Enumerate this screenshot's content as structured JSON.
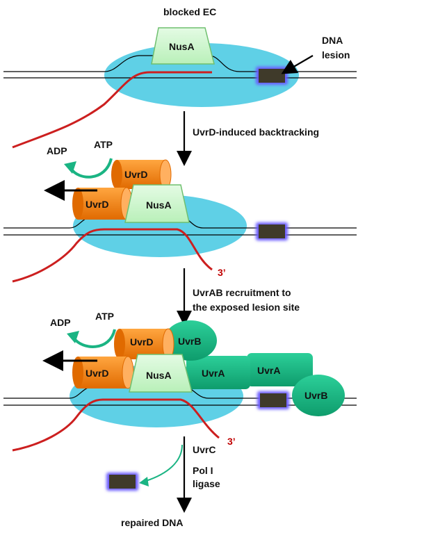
{
  "title": "blocked EC",
  "lesion_label_line1": "DNA",
  "lesion_label_line2": "lesion",
  "step1_label": "UvrD-induced backtracking",
  "step2_label_line1": "UvrAB recruitment to",
  "step2_label_line2": "the exposed lesion site",
  "uvrc_label": "UvrC",
  "pol_label_line1": "Pol I",
  "pol_label_line2": "ligase",
  "final_label": "repaired DNA",
  "proteins": {
    "nusa": "NusA",
    "uvrd": "UvrD",
    "uvra": "UvrA",
    "uvrb": "UvrB"
  },
  "nucleotides": {
    "adp": "ADP",
    "atp": "ATP"
  },
  "three_prime": "3’",
  "colors": {
    "rnap": "#5fd0e6",
    "nusa_fill": "#ccf5cc",
    "nusa_stroke": "#6fbf6f",
    "uvrd": "#ff8c00",
    "uvr_green": "#1ab483",
    "rna": "#cc1f1f",
    "lesion": "#3f3a2a",
    "lesion_glow": "#6a5cff"
  }
}
